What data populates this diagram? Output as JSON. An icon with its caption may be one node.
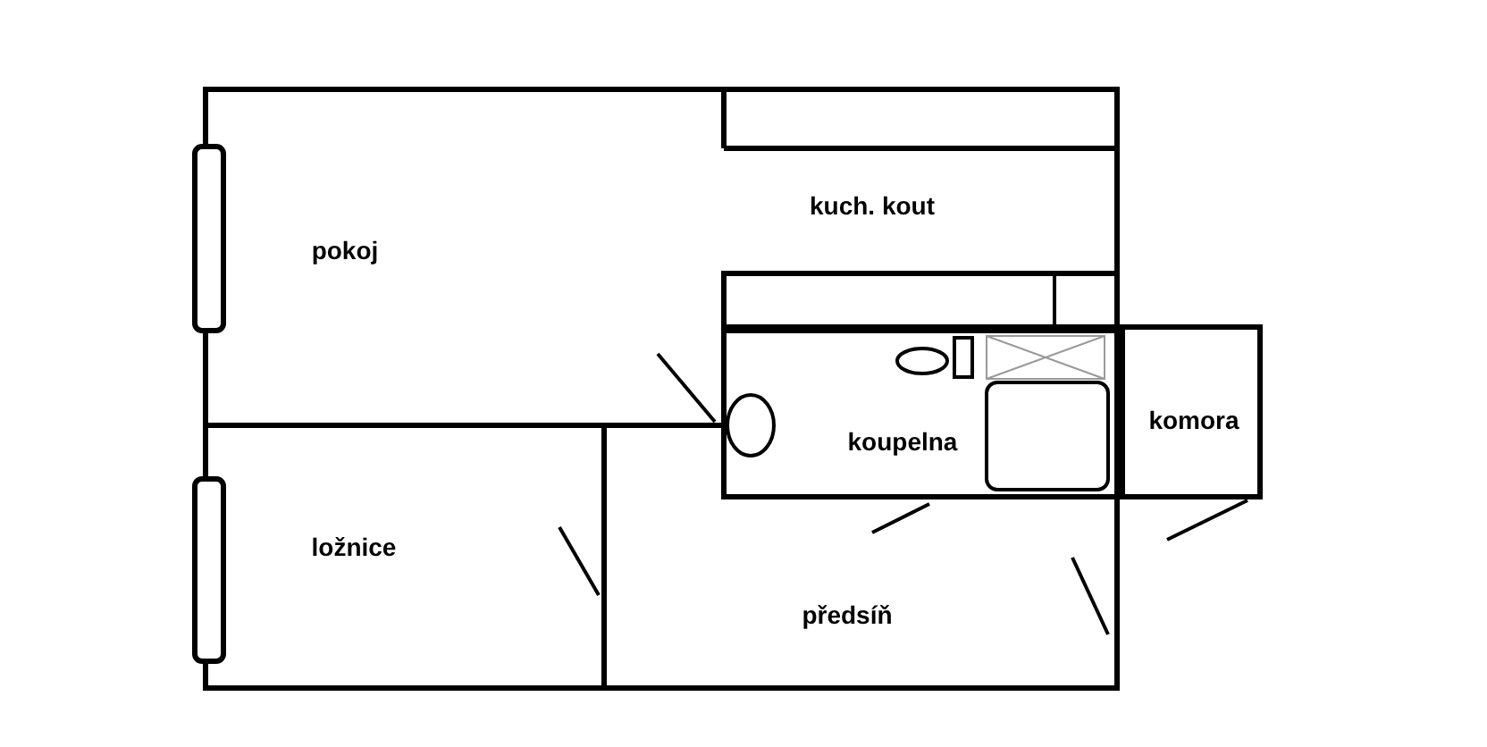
{
  "diagram": {
    "nodes": [
      {
        "text": [
          "pokoj"
        ]
      },
      {
        "text": [
          "kuch. kout"
        ]
      },
      {
        "text": [
          "koupelna"
        ]
      },
      {
        "text": [
          "komora"
        ]
      },
      {
        "text": [
          "ložnice"
        ]
      },
      {
        "text": [
          "předsíň"
        ]
      }
    ],
    "edges": []
  }
}
